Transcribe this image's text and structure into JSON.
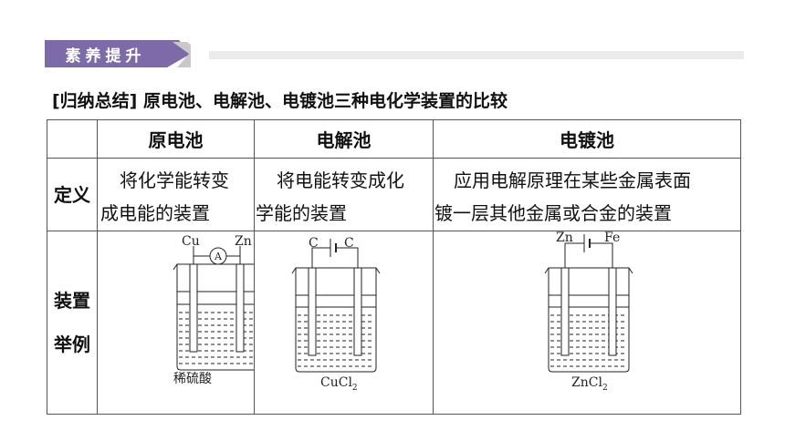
{
  "banner": {
    "label": "素养提升",
    "color": "#7d6aa8"
  },
  "heading": {
    "tag": "[归纳总结]",
    "title": "原电池、电解池、电镀池三种电化学装置的比较"
  },
  "table": {
    "columns": [
      "",
      "原电池",
      "电解池",
      "电镀池"
    ],
    "definition_row": {
      "label": "定义",
      "cells": [
        {
          "line1": "将化学能转变",
          "line2": "成电能的装置"
        },
        {
          "line1": "将电能转变成化",
          "line2": "学能的装置"
        },
        {
          "line1": "应用电解原理在某些金属表面",
          "line2": "镀一层其他金属或合金的装置"
        }
      ]
    },
    "example_row": {
      "label_line1": "装置",
      "label_line2": "举例",
      "diagrams": [
        {
          "left_electrode": "Cu",
          "right_electrode": "Zn",
          "meter": "A",
          "solution": "稀硫酸"
        },
        {
          "left_electrode": "C",
          "right_electrode": "C",
          "solution": "CuCl",
          "solution_sub": "2"
        },
        {
          "left_electrode": "Zn",
          "right_electrode": "Fe",
          "solution": "ZnCl",
          "solution_sub": "2"
        }
      ]
    }
  }
}
